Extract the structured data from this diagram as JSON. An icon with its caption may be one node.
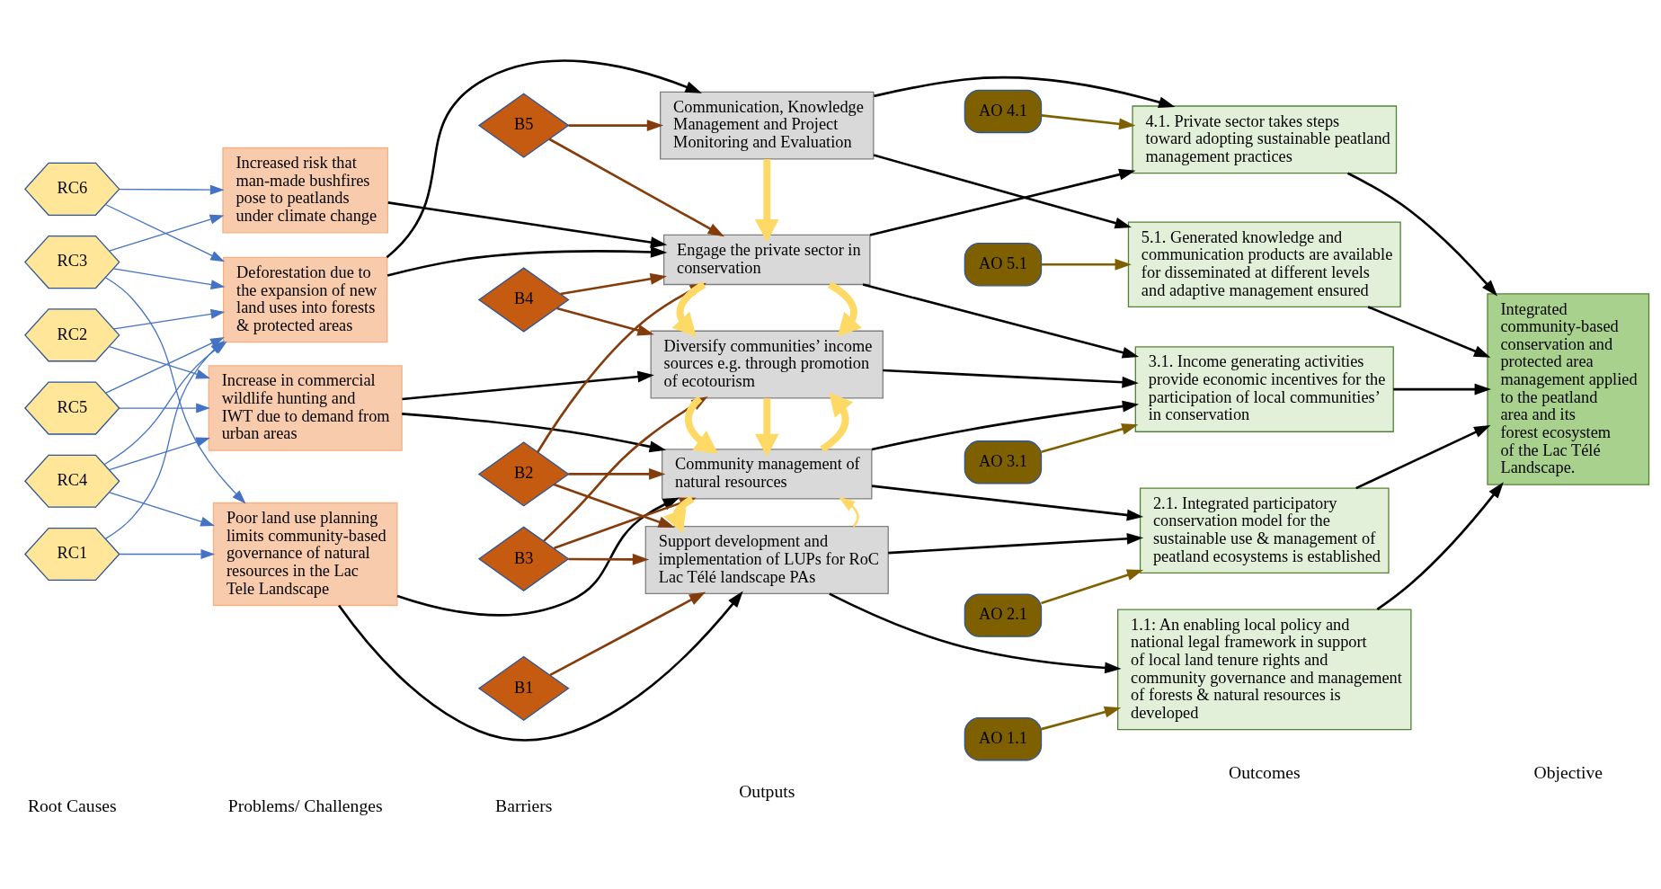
{
  "diagram": {
    "nodes": [
      {
        "text": [
          "RC1"
        ]
      },
      {
        "text": [
          "RC4"
        ]
      },
      {
        "text": [
          "RC2"
        ]
      },
      {
        "text": [
          "RC3"
        ]
      },
      {
        "text": [
          "RC5"
        ]
      },
      {
        "text": [
          "RC6"
        ]
      },
      {
        "text": [
          "Poor land use planning limits community-based governance of natural resources in the Lac Tele Landscape"
        ]
      },
      {
        "text": [
          "Increase in commercial wildlife hunting and IWT due to demand from urban areas"
        ]
      },
      {
        "text": [
          "Increased risk that man-made bushfires pose to peatlands under climate change"
        ]
      },
      {
        "text": [
          "Deforestation due to the expansion of new land uses into forests & protected areas"
        ]
      },
      {
        "text": [
          "B1"
        ]
      },
      {
        "text": [
          "B2"
        ]
      },
      {
        "text": [
          "B3"
        ]
      },
      {
        "text": [
          "B4"
        ]
      },
      {
        "text": [
          "B5"
        ]
      },
      {
        "text": [
          "Support development and implementation of LUPs for RoC Lac Télé landscape PAs"
        ]
      },
      {
        "text": [
          "Community management of natural resources"
        ]
      },
      {
        "text": [
          "Diversify communities’ income sources e.g. through promotion of ecotourism"
        ]
      },
      {
        "text": [
          "Engage the private sector in conservation"
        ]
      },
      {
        "text": [
          "Communication, Knowledge Management and Project Monitoring and Evaluation"
        ]
      },
      {
        "text": [
          "AO 1.1"
        ]
      },
      {
        "text": [
          "AO 2.1"
        ]
      },
      {
        "text": [
          "AO 3.1"
        ]
      },
      {
        "text": [
          "AO 4.1"
        ]
      },
      {
        "text": [
          "AO 5.1"
        ]
      },
      {
        "text": [
          "1.1: An enabling local policy and national legal framework in support of local land tenure rights and community governance and management of forests & natural resources is developed"
        ]
      },
      {
        "text": [
          "2.1. Integrated participatory conservation model for the sustainable use & management of peatland ecosystems is established"
        ]
      },
      {
        "text": [
          "3.1. Income generating activities provide economic incentives for the participation of local communities’ in conservation"
        ]
      },
      {
        "text": [
          "4.1. Private sector takes steps toward adopting sustainable peatland management practices"
        ]
      },
      {
        "text": [
          "5.1. Generated knowledge and communication products are available for disseminated at different levels and adaptive management ensured"
        ]
      },
      {
        "text": [
          "Integrated community-based conservation and protected area management applied to the peatland area and its forest ecosystem of the Lac Télé Landscape."
        ]
      }
    ],
    "edges": [
      {
        "from": 0,
        "to": 6,
        "arrow": "to",
        "color": "#4472c4"
      },
      {
        "from": 0,
        "to": 9,
        "arrow": "to",
        "color": "#4472c4"
      },
      {
        "from": 1,
        "to": 6,
        "arrow": "to",
        "color": "#4472c4"
      },
      {
        "from": 1,
        "to": 7,
        "arrow": "to",
        "color": "#4472c4"
      },
      {
        "from": 1,
        "to": 9,
        "arrow": "to",
        "color": "#4472c4"
      },
      {
        "from": 2,
        "to": 7,
        "arrow": "to",
        "color": "#4472c4"
      },
      {
        "from": 2,
        "to": 9,
        "arrow": "to",
        "color": "#4472c4"
      },
      {
        "from": 3,
        "to": 6,
        "arrow": "to",
        "color": "#4472c4"
      },
      {
        "from": 3,
        "to": 8,
        "arrow": "to",
        "color": "#4472c4"
      },
      {
        "from": 3,
        "to": 9,
        "arrow": "to",
        "color": "#4472c4"
      },
      {
        "from": 4,
        "to": 7,
        "arrow": "to",
        "color": "#4472c4"
      },
      {
        "from": 4,
        "to": 9,
        "arrow": "to",
        "color": "#4472c4"
      },
      {
        "from": 5,
        "to": 8,
        "arrow": "to",
        "color": "#4472c4"
      },
      {
        "from": 5,
        "to": 9,
        "arrow": "to",
        "color": "#4472c4"
      },
      {
        "from": 6,
        "to": 15,
        "arrow": "to"
      },
      {
        "from": 6,
        "to": 16,
        "arrow": "to"
      },
      {
        "from": 7,
        "to": 16,
        "arrow": "to"
      },
      {
        "from": 7,
        "to": 17,
        "arrow": "to"
      },
      {
        "from": 8,
        "to": 18,
        "arrow": "to"
      },
      {
        "from": 9,
        "to": 18,
        "arrow": "to"
      },
      {
        "from": 9,
        "to": 19,
        "arrow": "to"
      },
      {
        "from": 10,
        "to": 15,
        "arrow": "to",
        "color": "#843c0c"
      },
      {
        "from": 11,
        "to": 15,
        "arrow": "to",
        "color": "#843c0c"
      },
      {
        "from": 11,
        "to": 16,
        "arrow": "to",
        "color": "#843c0c"
      },
      {
        "from": 11,
        "to": 18,
        "arrow": "to",
        "color": "#843c0c"
      },
      {
        "from": 12,
        "to": 15,
        "arrow": "to",
        "color": "#843c0c"
      },
      {
        "from": 12,
        "to": 16,
        "arrow": "to",
        "color": "#843c0c"
      },
      {
        "from": 12,
        "to": 17,
        "arrow": "to",
        "color": "#843c0c"
      },
      {
        "from": 13,
        "to": 17,
        "arrow": "to",
        "color": "#843c0c"
      },
      {
        "from": 13,
        "to": 18,
        "arrow": "to",
        "color": "#843c0c"
      },
      {
        "from": 14,
        "to": 18,
        "arrow": "to",
        "color": "#843c0c"
      },
      {
        "from": 14,
        "to": 19,
        "arrow": "to",
        "color": "#843c0c"
      },
      {
        "from": 15,
        "to": 16,
        "arrow": "to",
        "color": "#ffd966"
      },
      {
        "from": 16,
        "to": 15,
        "arrow": "to",
        "style": "thick",
        "color": "#ffd966"
      },
      {
        "from": 16,
        "to": 17,
        "arrow": "to",
        "style": "thick",
        "color": "#ffd966"
      },
      {
        "from": 17,
        "to": 16,
        "arrow": "to",
        "style": "thick",
        "color": "#ffd966"
      },
      {
        "from": 17,
        "to": 16,
        "arrow": "to",
        "style": "thick",
        "color": "#ffd966"
      },
      {
        "from": 18,
        "to": 17,
        "arrow": "to",
        "style": "thick",
        "color": "#ffd966"
      },
      {
        "from": 18,
        "to": 17,
        "arrow": "to",
        "style": "thick",
        "color": "#ffd966"
      },
      {
        "from": 19,
        "to": 18,
        "arrow": "to",
        "style": "thick",
        "color": "#ffd966"
      },
      {
        "from": 20,
        "to": 25,
        "arrow": "to",
        "color": "#7f6000"
      },
      {
        "from": 21,
        "to": 26,
        "arrow": "to",
        "color": "#7f6000"
      },
      {
        "from": 22,
        "to": 27,
        "arrow": "to",
        "color": "#7f6000"
      },
      {
        "from": 23,
        "to": 28,
        "arrow": "to",
        "color": "#7f6000"
      },
      {
        "from": 24,
        "to": 29,
        "arrow": "to",
        "color": "#7f6000"
      },
      {
        "from": 15,
        "to": 25,
        "arrow": "to"
      },
      {
        "from": 15,
        "to": 26,
        "arrow": "to"
      },
      {
        "from": 16,
        "to": 26,
        "arrow": "to"
      },
      {
        "from": 16,
        "to": 27,
        "arrow": "to"
      },
      {
        "from": 17,
        "to": 27,
        "arrow": "to"
      },
      {
        "from": 18,
        "to": 27,
        "arrow": "to"
      },
      {
        "from": 18,
        "to": 28,
        "arrow": "to"
      },
      {
        "from": 19,
        "to": 28,
        "arrow": "to"
      },
      {
        "from": 19,
        "to": 29,
        "arrow": "to"
      },
      {
        "from": 25,
        "to": 30,
        "arrow": "to"
      },
      {
        "from": 26,
        "to": 30,
        "arrow": "to"
      },
      {
        "from": 27,
        "to": 30,
        "arrow": "to"
      },
      {
        "from": 28,
        "to": 30,
        "arrow": "to"
      },
      {
        "from": 29,
        "to": 30,
        "arrow": "to"
      }
    ],
    "labels": [
      "Root Causes",
      "Problems/ Challenges",
      "Barriers",
      "Outputs",
      "Outcomes",
      "Objective"
    ]
  }
}
